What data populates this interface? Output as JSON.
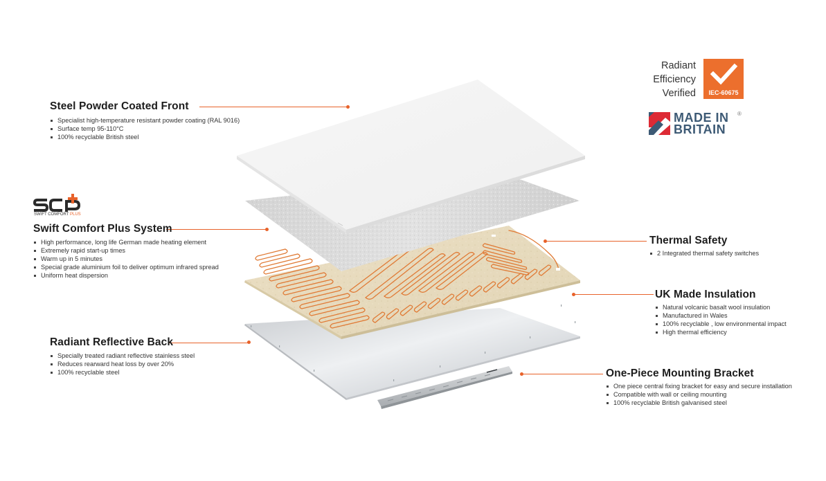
{
  "accent_color": "#e8622a",
  "badges": {
    "radiant_efficiency": {
      "lines": [
        "Radiant",
        "Efficiency",
        "Verified"
      ],
      "icon": "checkmark-icon",
      "badge_label": "IEC-60675",
      "badge_color": "#ec6f2d"
    },
    "made_in_britain": {
      "line1": "MADE IN",
      "line2": "BRITAIN",
      "registered": "®",
      "icon": "union-flag-arrow-icon"
    }
  },
  "logo": {
    "mark": "SCP",
    "subtitle_main": "SWIFT COMFORT ",
    "subtitle_accent": "PLUS"
  },
  "callouts": [
    {
      "id": "steel-powder-coated-front",
      "title": "Steel Powder Coated Front",
      "bullets": [
        "Specialist high-temperature resistant powder coating (RAL 9016)",
        "Surface temp 95-110°C",
        "100% recyclable British steel"
      ]
    },
    {
      "id": "swift-comfort-plus-system",
      "title": "Swift Comfort Plus System",
      "bullets": [
        "High performance, long life German made heating element",
        "Extremely rapid start-up times",
        "Warm up in 5 minutes",
        "Special grade aluminium foil to deliver optimum infrared spread",
        "Uniform heat dispersion"
      ]
    },
    {
      "id": "radiant-reflective-back",
      "title": "Radiant Reflective Back",
      "bullets": [
        "Specially treated radiant reflective stainless steel",
        "Reduces rearward heat loss by over 20%",
        "100% recyclable steel"
      ]
    },
    {
      "id": "thermal-safety",
      "title": "Thermal Safety",
      "bullets": [
        "2 Integrated thermal safety switches"
      ]
    },
    {
      "id": "uk-made-insulation",
      "title": "UK Made Insulation",
      "bullets": [
        "Natural volcanic basalt wool insulation",
        "Manufactured in Wales",
        "100% recyclable , low environmental impact",
        "High thermal efficiency"
      ]
    },
    {
      "id": "one-piece-mounting-bracket",
      "title": "One-Piece Mounting Bracket",
      "bullets": [
        "One piece central fixing bracket for easy and secure installation",
        "Compatible with wall or ceiling mounting",
        "100% recyclable British galvanised steel"
      ]
    }
  ],
  "layers": [
    {
      "name": "steel-front-panel",
      "color": "#f4f4f4"
    },
    {
      "name": "aluminium-foil",
      "color": "#d9d9d9"
    },
    {
      "name": "heating-element",
      "color": "#e07a35"
    },
    {
      "name": "basalt-insulation-board",
      "color": "#e8dcc0"
    },
    {
      "name": "reflective-back-panel",
      "color": "#d7d9dc"
    },
    {
      "name": "mounting-bracket",
      "color": "#c4c7ca"
    }
  ]
}
